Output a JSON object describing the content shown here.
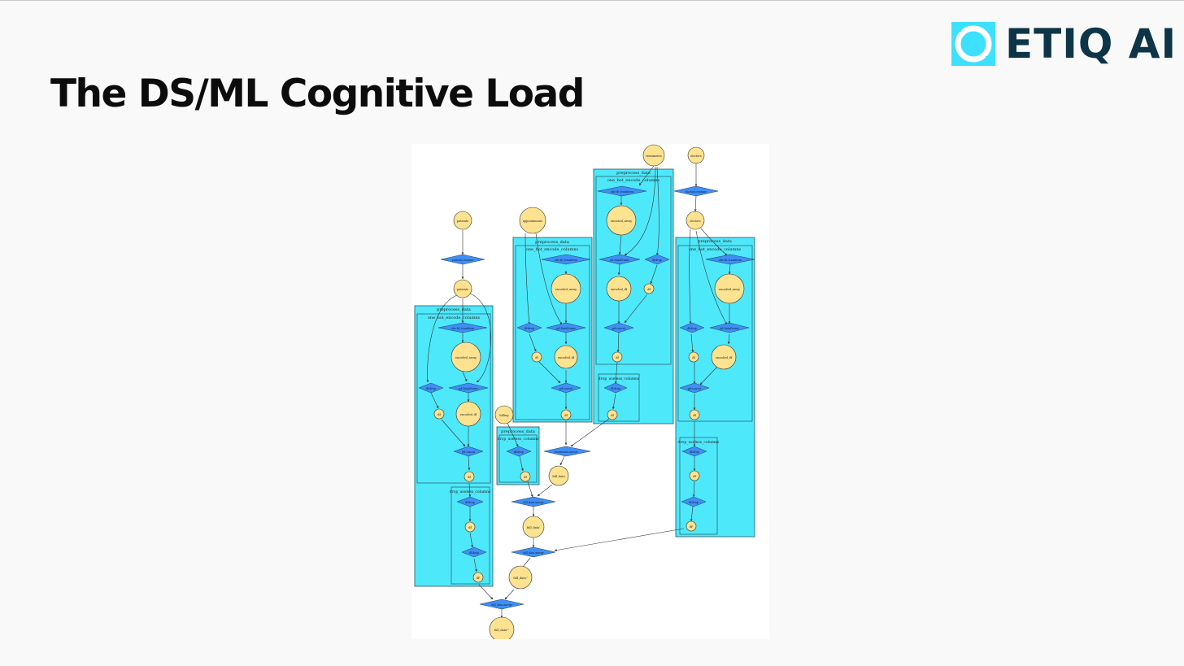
{
  "slide": {
    "title": "The DS/ML Cognitive Load"
  },
  "logo": {
    "text": "ETIQ AI",
    "colors": {
      "mark": "#3ee0ff",
      "text": "#0e3448"
    }
  },
  "diagram": {
    "type": "data-lineage-graph",
    "colors": {
      "cluster_fill": "#4ee8fb",
      "circle_node": "#fde28f",
      "diamond_node": "#3f8ff5",
      "edge": "#333333"
    },
    "labels": {
      "patients": "patients",
      "patients_rename": "patients.rename",
      "appointments": "appointments",
      "treatments": "treatments",
      "doctors": "doctors",
      "doctors_rename": "doctors.rename",
      "billing": "billing",
      "preprocess_data": "preprocess_data",
      "one_hot_encode_columns": "one_hot_encode_columns",
      "drop_useless_columns": "drop_useless_columns",
      "ohe_fit_transform": "ohe.fit_transform",
      "encoded_array": "encoded_array",
      "pd_DataFrame": "pd.DataFrame",
      "encoded_df": "encoded_df",
      "df_drop": "df.drop",
      "df": "df",
      "pd_concat": "pd.concat",
      "full_data": "full_data",
      "full_data_merge": "full_data.merge",
      "treatments_merge": "treatments.merge",
      "full_data_prime": "full_data'",
      "full_data_2prime": "full_data''",
      "full_data_3prime": "full_data'''",
      "df_prime": "df'"
    }
  }
}
